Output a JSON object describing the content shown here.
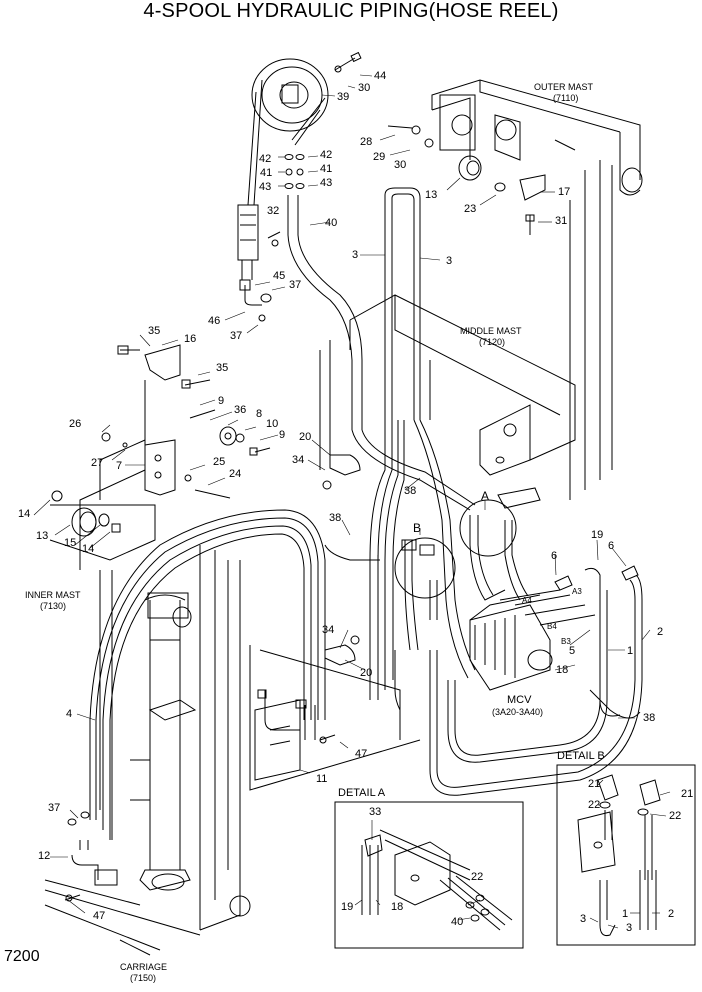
{
  "title": "4-SPOOL HYDRAULIC PIPING(HOSE REEL)",
  "page_code": "7200",
  "mast_labels": {
    "outer_mast": "OUTER MAST",
    "outer_mast_code": "(7110)",
    "middle_mast": "MIDDLE MAST",
    "middle_mast_code": "(7120)",
    "inner_mast": "INNER MAST",
    "inner_mast_code": "(7130)",
    "carriage": "CARRIAGE",
    "carriage_code": "(7150)"
  },
  "mcv": {
    "label": "MCV",
    "code": "(3A20-3A40)",
    "ports": [
      "A4",
      "A3",
      "B4",
      "B3"
    ]
  },
  "details": {
    "detail_a": "DETAIL A",
    "detail_b": "DETAIL B",
    "marker_a": "A",
    "marker_b": "B"
  },
  "callouts": {
    "c44": "44",
    "c30a": "30",
    "c39": "39",
    "c28": "28",
    "c29": "29",
    "c30b": "30",
    "c42a": "42",
    "c42b": "42",
    "c41a": "41",
    "c41b": "41",
    "c43a": "43",
    "c43b": "43",
    "c13a": "13",
    "c23": "23",
    "c17": "17",
    "c31": "31",
    "c32": "32",
    "c40a": "40",
    "c3a": "3",
    "c3b": "3",
    "c45": "45",
    "c37a": "37",
    "c46": "46",
    "c37b": "37",
    "c35a": "35",
    "c16": "16",
    "c35b": "35",
    "c9a": "9",
    "c36": "36",
    "c8": "8",
    "c10": "10",
    "c9b": "9",
    "c26": "26",
    "c27": "27",
    "c7": "7",
    "c25": "25",
    "c24": "24",
    "c20a": "20",
    "c34a": "34",
    "c38a": "38",
    "c14a": "14",
    "c13b": "13",
    "c15": "15",
    "c14b": "14",
    "c38b": "38",
    "c19": "19",
    "c6a": "6",
    "c6b": "6",
    "c2": "2",
    "c1": "1",
    "c5": "5",
    "c18": "18",
    "c38c": "38",
    "c34b": "34",
    "c20b": "20",
    "c4": "4",
    "c47a": "47",
    "c11": "11",
    "c37c": "37",
    "c12": "12",
    "c47b": "47",
    "c33": "33",
    "c22a": "22",
    "c19b": "19",
    "c18b": "18",
    "c40b": "40",
    "c21a": "21",
    "c21b": "21",
    "c22b": "22",
    "c22c": "22",
    "c3c": "3",
    "c3d": "3",
    "c1b": "1",
    "c2b": "2"
  },
  "colors": {
    "line": "#000000",
    "background": "#ffffff",
    "leader": "#555555"
  }
}
